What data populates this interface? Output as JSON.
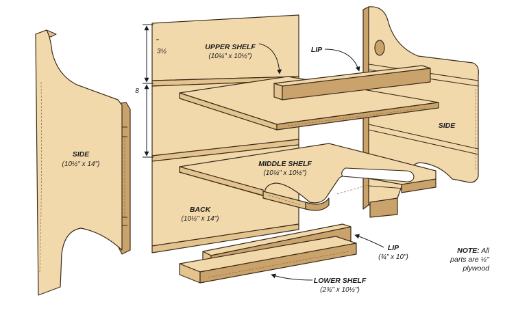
{
  "colors": {
    "wood": "#f2d9ac",
    "wood_shade": "#e3c38e",
    "wood_dark": "#c9a36b",
    "edge": "#3a2a18",
    "grain": "#8a6b45"
  },
  "labels": {
    "side_left": {
      "name": "SIDE",
      "dims": "(10½\" x 14\")"
    },
    "side_right": {
      "name": "SIDE"
    },
    "upper_shelf": {
      "name": "UPPER SHELF",
      "dims": "(10¼\" x 10½\")"
    },
    "middle_shelf": {
      "name": "MIDDLE SHELF",
      "dims": "(10¼\" x 10½\")"
    },
    "back": {
      "name": "BACK",
      "dims": "(10½\" x 14\")"
    },
    "lip_top": {
      "name": "LIP"
    },
    "lip_bottom": {
      "name": "LIP",
      "dims": "(¾\" x 10\")"
    },
    "lower_shelf": {
      "name": "LOWER SHELF",
      "dims": "(2¾\" x 10½\")"
    }
  },
  "dimensions": {
    "upper": "3½",
    "overall": "8"
  },
  "note": {
    "heading": "NOTE:",
    "line1_rest": " All",
    "line2": "parts are ½\"",
    "line3": "plywood"
  }
}
